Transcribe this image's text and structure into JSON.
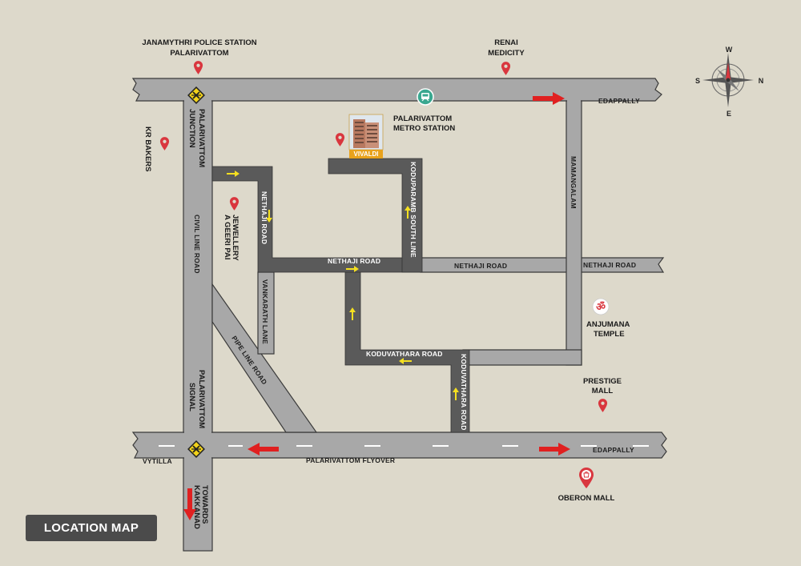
{
  "colors": {
    "background": "#ddd9cb",
    "main_road": "#a8a8a8",
    "main_road_edge": "#3a3a3a",
    "local_road": "#5a5a5a",
    "marker_red": "#d9363e",
    "arrow_red": "#e02020",
    "arrow_yellow": "#f5e020",
    "metro_green": "#3aa890",
    "legend_bg": "#4b4b4b"
  },
  "legend": {
    "title": "LOCATION MAP"
  },
  "compass": {
    "n": "N",
    "s": "S",
    "e": "E",
    "w": "W"
  },
  "project": {
    "name": "VIVALDI"
  },
  "landmarks": {
    "police_1": "JANAMYTHRI POLICE STATION",
    "police_2": "PALARIVATTOM",
    "renai_1": "RENAI",
    "renai_2": "MEDICITY",
    "metro_1": "PALARIVATTOM",
    "metro_2": "METRO STATION",
    "kr_bakers": "KR BAKERS",
    "jewellery_1": "A GEERI PAI",
    "jewellery_2": "JEWELLERY",
    "temple_1": "ANJUMANA",
    "temple_2": "TEMPLE",
    "prestige_1": "PRESTIGE",
    "prestige_2": "MALL",
    "oberon": "OBERON MALL",
    "junction_1": "PALARIVATTOM",
    "junction_2": "JUNCTION",
    "signal_1": "PALARIVATTOM",
    "signal_2": "SIGNAL",
    "towards_1": "TOWARDS",
    "towards_2": "KAKKANAD"
  },
  "roads": {
    "edappally_top": "EDAPPALLY",
    "edappally_bottom": "EDAPPALLY",
    "vytilla": "VYTILLA",
    "flyover": "PALARIVATTOM FLYOVER",
    "civil_line": "CIVIL LINE ROAD",
    "pipe_line": "PIPE LINE ROAD",
    "vankarath": "VANKARATH LANE",
    "nethaji_vertical": "NETHAJI ROAD",
    "nethaji_dark": "NETHAJI ROAD",
    "nethaji_mid": "NETHAJI ROAD",
    "nethaji_east": "NETHAJI ROAD",
    "kodupparamb": "KODUPARAMB SOUTH LINE",
    "mamangalam": "MAMANGALAM",
    "koduvathara_h": "KODUVATHARA ROAD",
    "koduvathara_v": "KODUVATHARA ROAD"
  }
}
